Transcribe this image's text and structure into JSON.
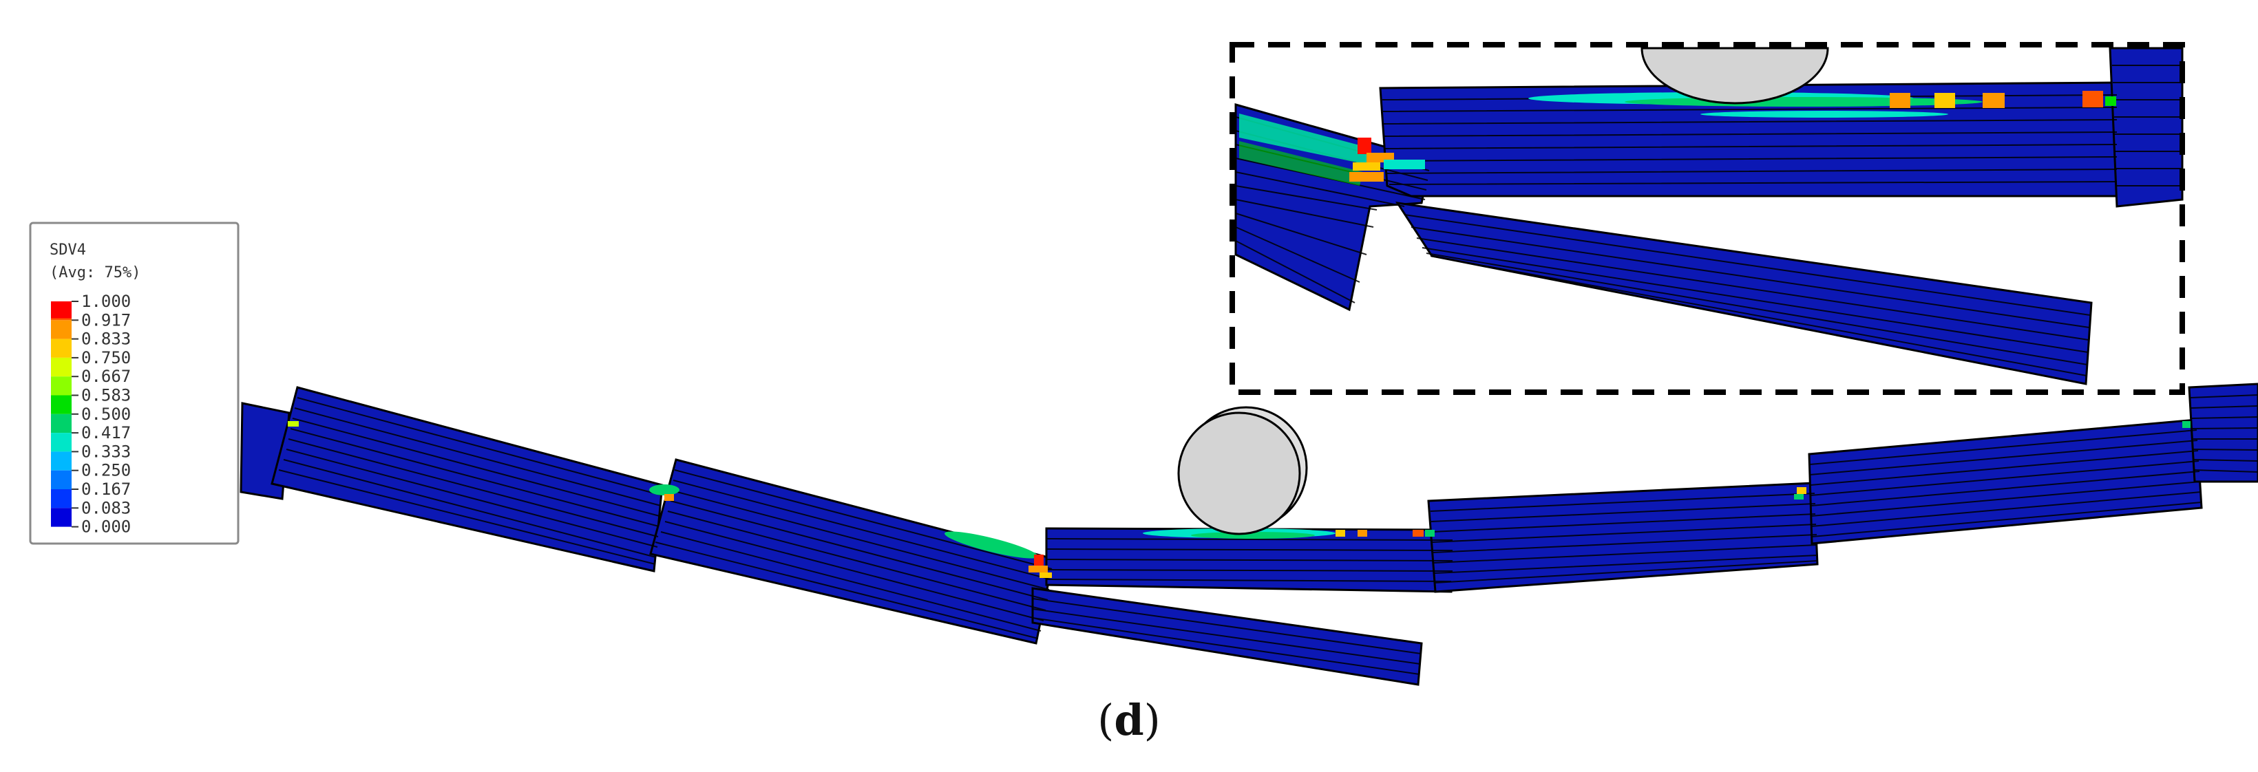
{
  "legend": {
    "variable": "SDV4",
    "averaging": "(Avg: 75%)",
    "levels": [
      {
        "value": "1.000",
        "color": "#ff0000"
      },
      {
        "value": "0.917",
        "color": "#ff5500"
      },
      {
        "value": "0.833",
        "color": "#ff9900"
      },
      {
        "value": "0.750",
        "color": "#ffcc00"
      },
      {
        "value": "0.667",
        "color": "#d7ff00"
      },
      {
        "value": "0.583",
        "color": "#8cff00"
      },
      {
        "value": "0.500",
        "color": "#00e000"
      },
      {
        "value": "0.417",
        "color": "#00d26a"
      },
      {
        "value": "0.333",
        "color": "#00e6c8"
      },
      {
        "value": "0.250",
        "color": "#00b8ff"
      },
      {
        "value": "0.167",
        "color": "#0077ff"
      },
      {
        "value": "0.083",
        "color": "#0036ff"
      },
      {
        "value": "0.000",
        "color": "#0000dd"
      }
    ]
  },
  "caption": {
    "open": "(",
    "letter": "d",
    "close": ")"
  },
  "colors": {
    "laminate": "#0c18b4",
    "ply_line": "#000000",
    "roller": "#d4d4d4",
    "inset_border": "#000000"
  }
}
